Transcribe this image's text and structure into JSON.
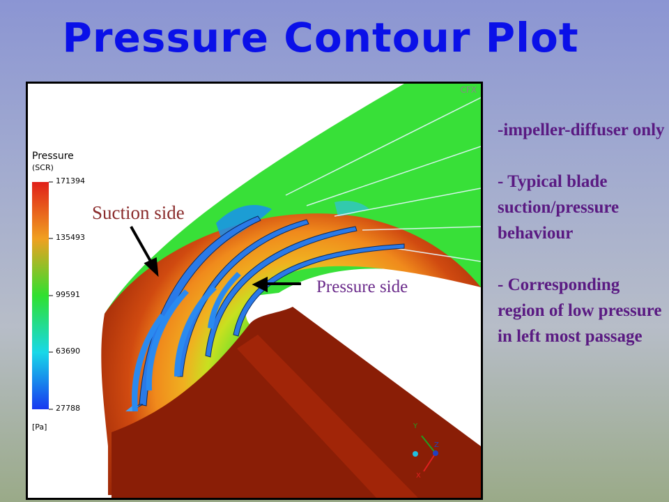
{
  "slide": {
    "title": "Pressure Contour Plot"
  },
  "figure": {
    "watermark": "CFX",
    "legend": {
      "title": "Pressure",
      "subtitle": "(SCR)",
      "unit": "[Pa]",
      "ticks": [
        "171394",
        "135493",
        "99591",
        "63690",
        "27788"
      ],
      "colors": [
        "#e0201a",
        "#f08a1c",
        "#e8e020",
        "#40e040",
        "#18d8e8",
        "#1850f0"
      ]
    },
    "annotations": {
      "suction": "Suction side",
      "pressure": "Pressure side"
    },
    "axes_triad": {
      "y": "Y",
      "z": "Z",
      "x": "X"
    }
  },
  "bullets": [
    "-impeller-diffuser only",
    "- Typical blade suction/pressure behaviour",
    "- Corresponding region of low pressure in left most passage"
  ]
}
